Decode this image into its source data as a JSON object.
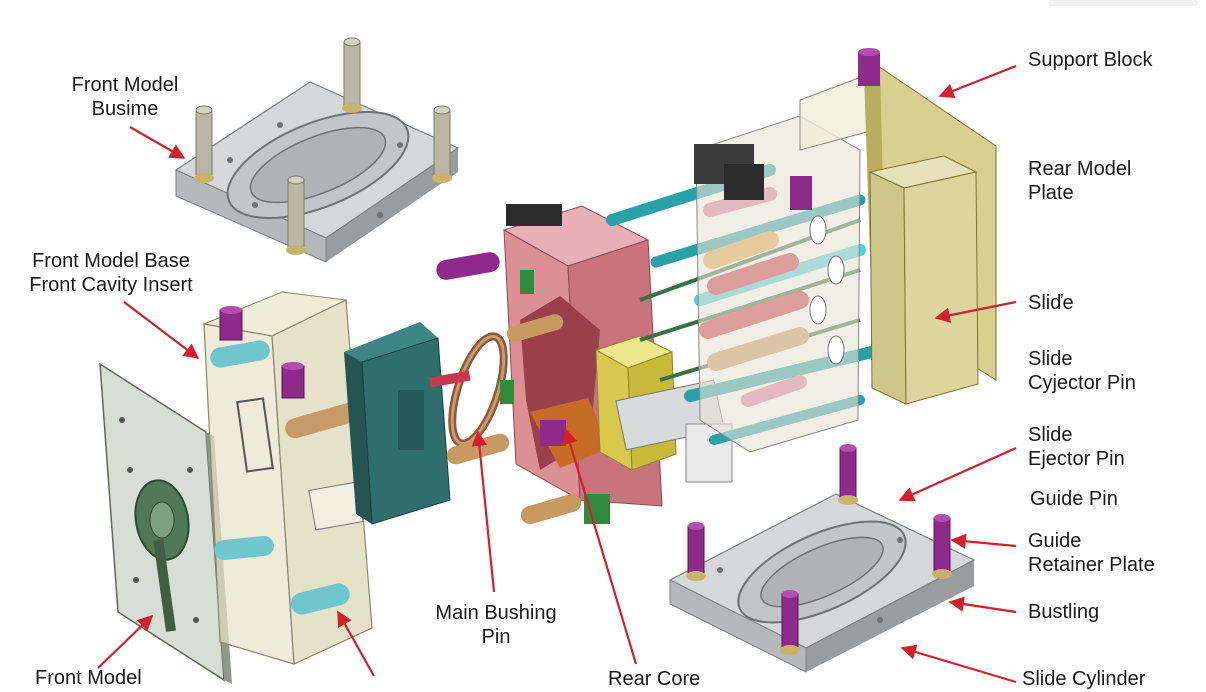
{
  "colors": {
    "arrow": "#d4202a",
    "plate": "#d3d4d6",
    "plate_edge": "#8e9094",
    "base_transparent": "#e6e2c8",
    "rear_plate": "#d9d08f",
    "teal_block": "#2e6f6d",
    "pink_plate": "#d88a8e",
    "yellow_slide": "#e6d96a",
    "guide_pin": "#b8b6a3",
    "cyan_pin": "#4fc4cf",
    "purple_pin": "#8e2a8a",
    "tan_pin": "#c89a62",
    "red_pin": "#c8384a",
    "ejector_body": "#e7e3d6"
  },
  "labels": {
    "front_model_busime": [
      "Front Model",
      "Busime"
    ],
    "front_base_insert": [
      "Front Model Base",
      "Front Cavity Insert"
    ],
    "front_model": "Front Model",
    "main_bushing_pin": [
      "Main Bushing",
      "Pin"
    ],
    "rear_core": "Rear Core",
    "support_block": "Support Block",
    "rear_model_plate": [
      "Rear Model",
      "Plate"
    ],
    "slide": "Sliďe",
    "slide_cyjector_pin": [
      "Slide",
      "Cyjector Pin"
    ],
    "slide_ejector_pin": [
      "Slide",
      "Ejector Pin"
    ],
    "guide_pin": "Guide Pin",
    "guide_retainer_plate": [
      "Guide",
      "Retainer Plate"
    ],
    "bustling": "Bustling",
    "slide_cylinder": "Slide Cylinder"
  }
}
